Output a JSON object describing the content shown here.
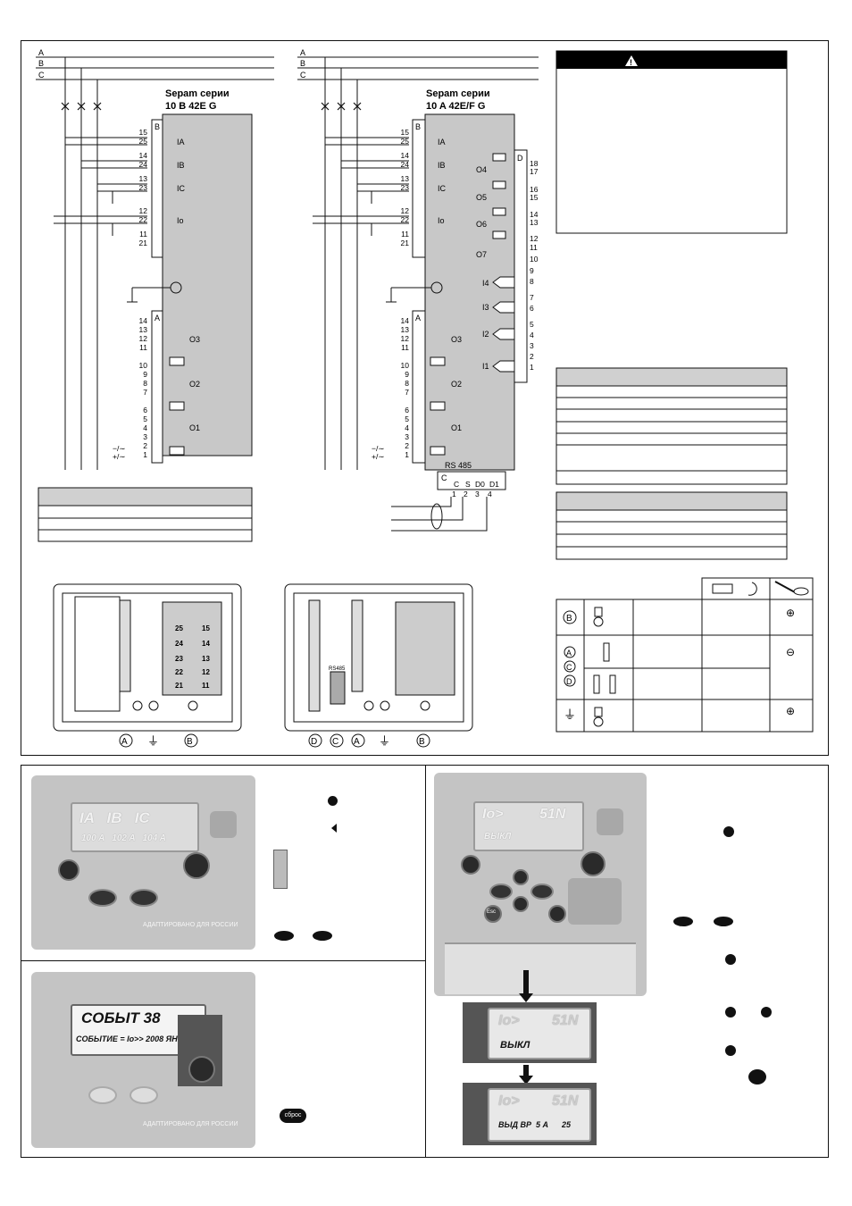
{
  "phases": [
    "A",
    "B",
    "C"
  ],
  "left_diagram": {
    "title_line1": "Sepam серии",
    "title_line2": "10 B 42E G",
    "module_b": "B",
    "module_a": "A",
    "ct_labels": [
      "IA",
      "IB",
      "IC",
      "Io"
    ],
    "b_terminals": [
      "15",
      "25",
      "14",
      "24",
      "13",
      "23",
      "12",
      "22",
      "11",
      "21"
    ],
    "a_terminals": [
      "14",
      "13",
      "12",
      "11",
      "10",
      "9",
      "8",
      "7",
      "6",
      "5",
      "4",
      "3",
      "2",
      "1"
    ],
    "outputs": [
      "O3",
      "O2",
      "O1"
    ],
    "supply_minus": "−/∼",
    "supply_plus": "+/∼"
  },
  "right_diagram": {
    "title_line1": "Sepam серии",
    "title_line2": "10 A 42E/F G",
    "module_d": "D",
    "module_c": "C",
    "d_outputs": [
      "O4",
      "O5",
      "O6",
      "O7"
    ],
    "d_inputs": [
      "I4",
      "I3",
      "I2",
      "I1"
    ],
    "d_terminals": [
      "18",
      "17",
      "16",
      "15",
      "14",
      "13",
      "12",
      "11",
      "10",
      "9",
      "8",
      "7",
      "6",
      "5",
      "4",
      "3",
      "2",
      "1"
    ],
    "rs485": "RS 485",
    "rs_pins": [
      "C",
      "S",
      "D0",
      "D1"
    ],
    "rs_pin_numbers": [
      "1",
      "2",
      "3",
      "4"
    ]
  },
  "rear_view": {
    "labels_left": [
      "A",
      "⏚",
      "B"
    ],
    "labels_right": [
      "D",
      "C",
      "A",
      "⏚",
      "B"
    ],
    "b_block_numbers": [
      "25",
      "15",
      "24",
      "14",
      "23",
      "13",
      "22",
      "12",
      "21",
      "11"
    ],
    "rs485": "RS485"
  },
  "tool_table": {
    "rows": [
      "B",
      "A",
      "C",
      "D",
      "⏚"
    ],
    "symbol_plus": "⊕",
    "symbol_minus": "⊖"
  },
  "panel1": {
    "lcd_main": "IA   IB   IC",
    "lcd_sub": "100 A   102 A   104 A",
    "footer": "АДАПТИРОВАНО ДЛЯ РОССИИ"
  },
  "panel2": {
    "lcd_main": "СОБЫТ 38",
    "lcd_sub": "СОБЫТИЕ = Io>> 2008 ЯН",
    "footer": "АДАПТИРОВАНО ДЛЯ РОССИИ",
    "reset_button": "сброс"
  },
  "panel3": {
    "lcd_main_left": "Io>",
    "lcd_main_right": "51N",
    "lcd_sub": "ВЫКЛ",
    "lcd2_left": "Io>",
    "lcd2_right": "51N",
    "lcd2_sub": "ВЫКЛ",
    "lcd3_left": "Io>",
    "lcd3_right": "51N",
    "lcd3_sub": "ВЫД ВР  5 А      25",
    "esc": "Esc"
  }
}
